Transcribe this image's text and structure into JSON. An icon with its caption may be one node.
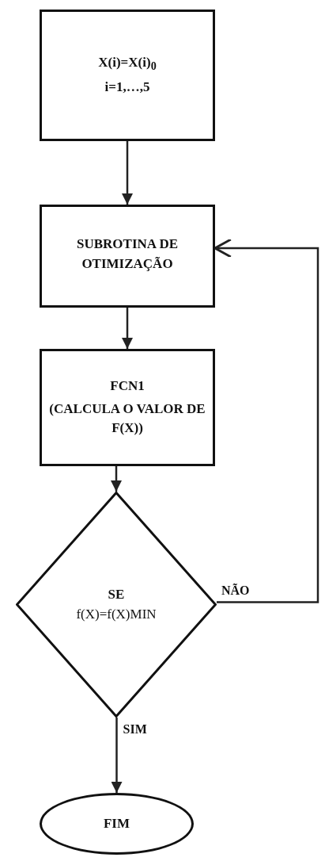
{
  "diagram": {
    "nodes": [
      {
        "text": [
          "X(i)=X(i)$_{0}$",
          "i=1,…,5"
        ]
      },
      {
        "text": [
          "SUBROTINA DE OTIMIZAÇÃO"
        ]
      },
      {
        "text": [
          "FCN1",
          "(CALCULA O VALOR DE F(X))"
        ]
      },
      {
        "text": [
          "SE",
          "f(X)=f(X)MIN"
        ]
      },
      {
        "text": [
          "FIM"
        ]
      }
    ],
    "edges": [
      {
        "from": 0,
        "to": 1,
        "arrow": "to"
      },
      {
        "from": 1,
        "to": 2,
        "arrow": "to"
      },
      {
        "from": 2,
        "to": 3,
        "arrow": "to"
      },
      {
        "from": 3,
        "to": 1,
        "arrow": "to",
        "label": "NÃO"
      },
      {
        "from": 3,
        "to": 4,
        "arrow": "to",
        "label": "SIM"
      }
    ]
  }
}
